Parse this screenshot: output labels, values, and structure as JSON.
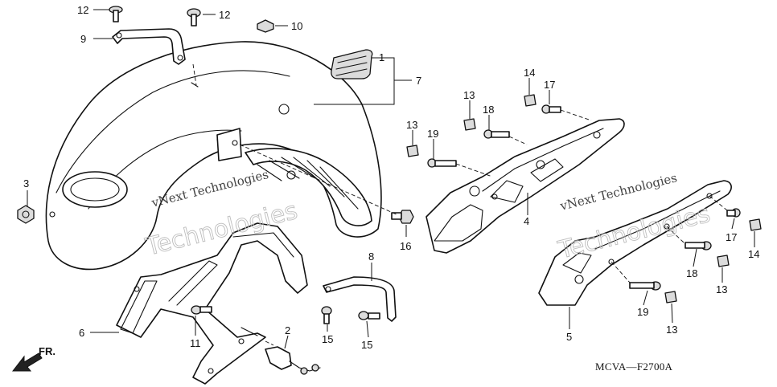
{
  "watermark": {
    "line1": "vNext Technologies",
    "line2": "Technologies"
  },
  "diagram_code": "MCVA—F2700A",
  "direction_label": "FR.",
  "callouts": [
    "1",
    "2",
    "3",
    "4",
    "5",
    "6",
    "7",
    "8",
    "9",
    "10",
    "11",
    "12",
    "12",
    "13",
    "13",
    "13",
    "13",
    "14",
    "14",
    "15",
    "15",
    "16",
    "17",
    "17",
    "18",
    "18",
    "19",
    "19"
  ]
}
